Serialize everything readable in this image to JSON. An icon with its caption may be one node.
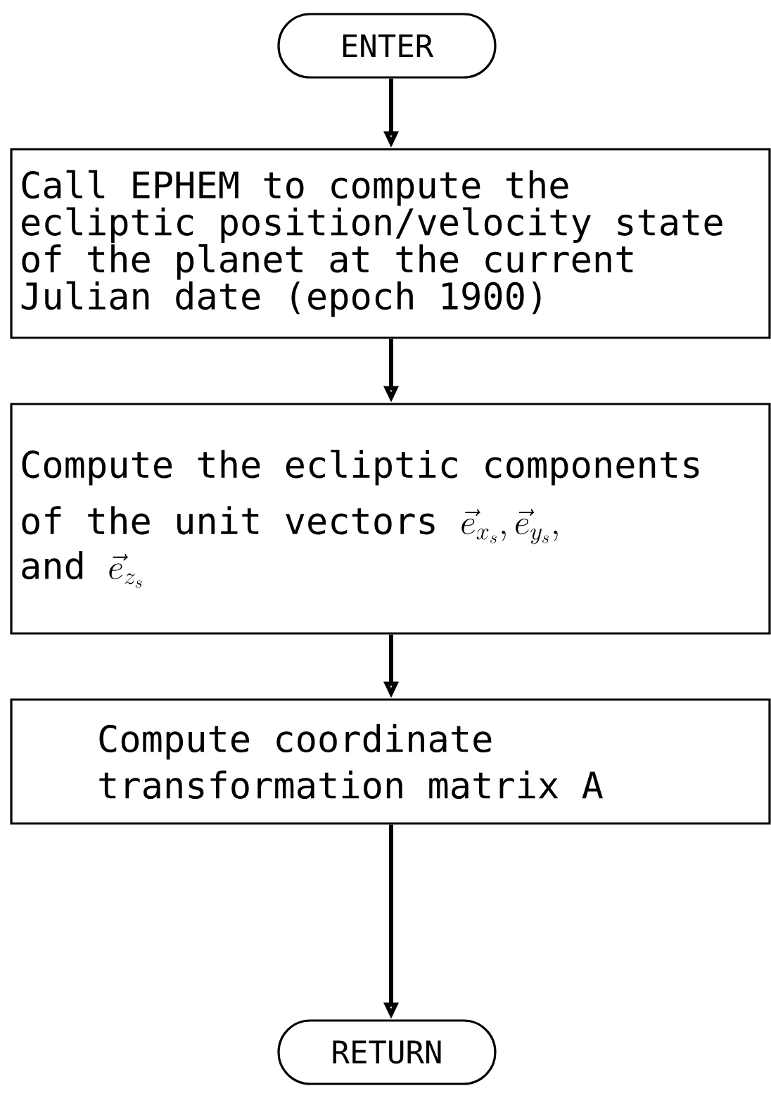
{
  "diagram": {
    "nodes": [
      {
        "text": [
          "ENTER"
        ]
      },
      {
        "text": [
          "Call EPHEM to compute the ecliptic position/velocity state of the planet at the current Julian date (epoch 1900)"
        ]
      },
      {
        "text": [
          "Compute the ecliptic components of the unit vectors",
          "\\vec{e}_{x_s}, \\vec{e}_{y_s},",
          "and",
          "\\vec{e}_{z_s}"
        ]
      },
      {
        "text": [
          "Compute coordinate transformation matrix A"
        ]
      },
      {
        "text": [
          "RETURN"
        ]
      }
    ],
    "edges": [
      {
        "from": 0,
        "to": 1,
        "arrow": "to"
      },
      {
        "from": 1,
        "to": 2,
        "arrow": "to"
      },
      {
        "from": 2,
        "to": 3,
        "arrow": "to"
      },
      {
        "from": 3,
        "to": 4,
        "arrow": "to"
      }
    ]
  }
}
